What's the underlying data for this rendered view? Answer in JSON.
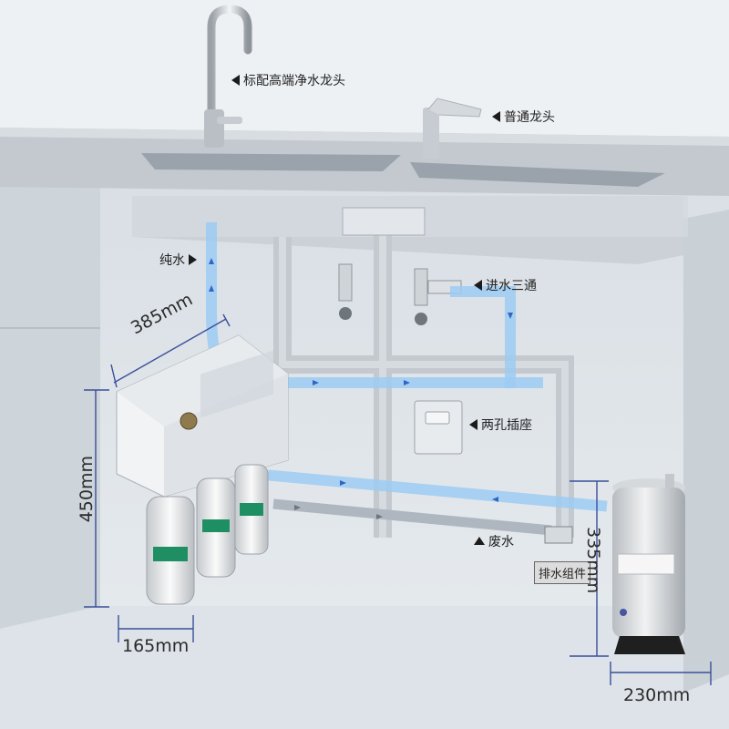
{
  "labels": {
    "premium_faucet": "标配高端净水龙头",
    "normal_faucet": "普通龙头",
    "pure_water": "纯水",
    "inlet_tee": "进水三通",
    "socket": "两孔插座",
    "waste_water": "废水",
    "drain_assembly": "排水组件"
  },
  "dimensions": {
    "width_top": "385mm",
    "height_left": "450mm",
    "depth_bottom": "165mm",
    "tank_height": "335mm",
    "tank_width": "230mm"
  },
  "colors": {
    "cabinet": "#dfe5ea",
    "counter": "#c9ced3",
    "pure_pipe": "#6db3f0",
    "waste_pipe": "#9aa3ad",
    "dim_line": "#3a4f9a"
  },
  "icons": {
    "arrow": "triangle-left-icon",
    "arrow_up": "triangle-up-icon"
  }
}
